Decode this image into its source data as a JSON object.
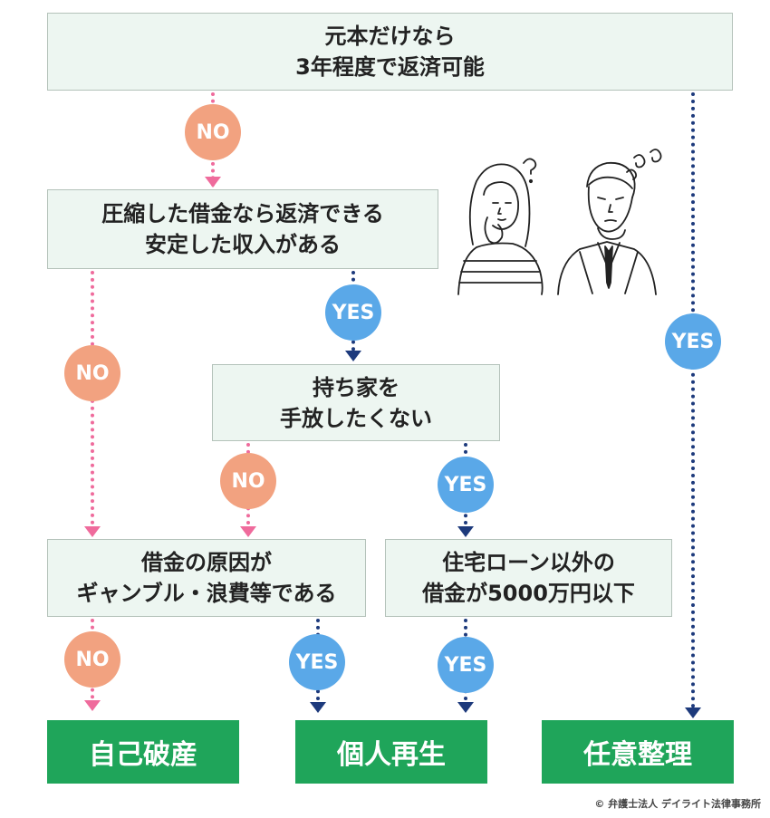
{
  "questions": {
    "q1": [
      "元本だけなら",
      "3年程度で返済可能"
    ],
    "q2": [
      "圧縮した借金なら返済できる",
      "安定した収入がある"
    ],
    "q3": [
      "持ち家を",
      "手放したくない"
    ],
    "q4": [
      "借金の原因が",
      "ギャンブル・浪費等である"
    ],
    "q5": [
      "住宅ローン以外の",
      "借金が5000万円以下"
    ]
  },
  "answers": {
    "no": "NO",
    "yes": "YES"
  },
  "results": {
    "bankruptcy": "自己破産",
    "rehabilitation": "個人再生",
    "voluntary": "任意整理"
  },
  "copyright": "© 弁護士法人 デイライト法律事務所",
  "colors": {
    "question_bg": "#edf6f1",
    "result_bg": "#1fa55a",
    "no_circle": "#f2a280",
    "yes_circle": "#5aa8e8",
    "no_line": "#ef6b9c",
    "yes_line": "#1d3a7c"
  }
}
